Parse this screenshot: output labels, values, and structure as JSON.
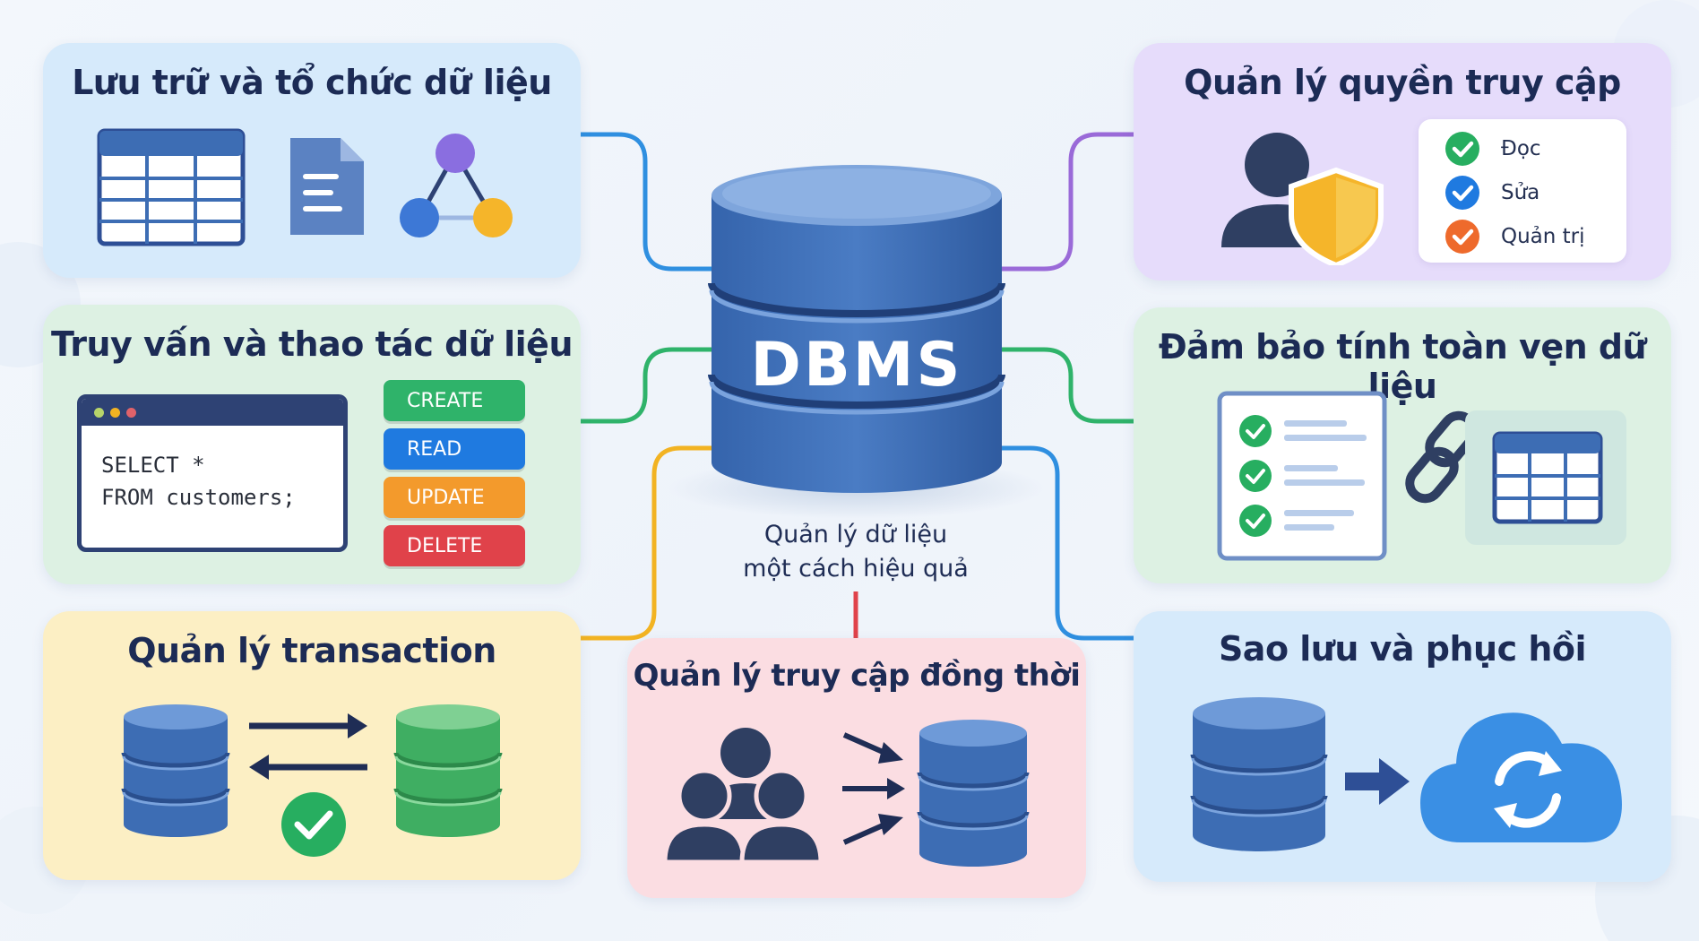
{
  "hub": {
    "label": "DBMS",
    "caption_line1": "Quản lý dữ liệu",
    "caption_line2": "một cách hiệu quả"
  },
  "panels": {
    "storage": {
      "title": "Lưu trữ và tổ chức dữ liệu",
      "color": "#d6eafb"
    },
    "access": {
      "title": "Quản lý quyền truy cập",
      "color": "#e6dcfb",
      "permissions": [
        {
          "label": "Đọc",
          "color": "#27ae60"
        },
        {
          "label": "Sửa",
          "color": "#1f7ae0"
        },
        {
          "label": "Quản trị",
          "color": "#ee6a2c"
        }
      ]
    },
    "query": {
      "title": "Truy vấn và thao tác dữ liệu",
      "color": "#ddf1e3",
      "sql_line1": "SELECT *",
      "sql_line2": "FROM customers;",
      "crud": [
        {
          "label": "CREATE",
          "color": "#2fb36a"
        },
        {
          "label": "READ",
          "color": "#1f7ae0"
        },
        {
          "label": "UPDATE",
          "color": "#f39a2c"
        },
        {
          "label": "DELETE",
          "color": "#e0424a"
        }
      ]
    },
    "integrity": {
      "title": "Đảm bảo tính toàn vẹn dữ liệu",
      "color": "#ddf1e3"
    },
    "transaction": {
      "title": "Quản lý transaction",
      "color": "#fcefc4"
    },
    "concurrency": {
      "title": "Quản lý truy cập đồng thời",
      "color": "#fbdde2"
    },
    "backup": {
      "title": "Sao lưu và phục hồi",
      "color": "#d6eafb"
    }
  },
  "colors": {
    "db_blue": "#3d6db4",
    "db_green": "#3fae62",
    "navy": "#1c2b55",
    "link_blue": "#2f8fe0",
    "link_purple": "#9a6ad8",
    "link_green": "#2fb36a",
    "link_yellow": "#f2b322",
    "link_red": "#e0424a"
  }
}
